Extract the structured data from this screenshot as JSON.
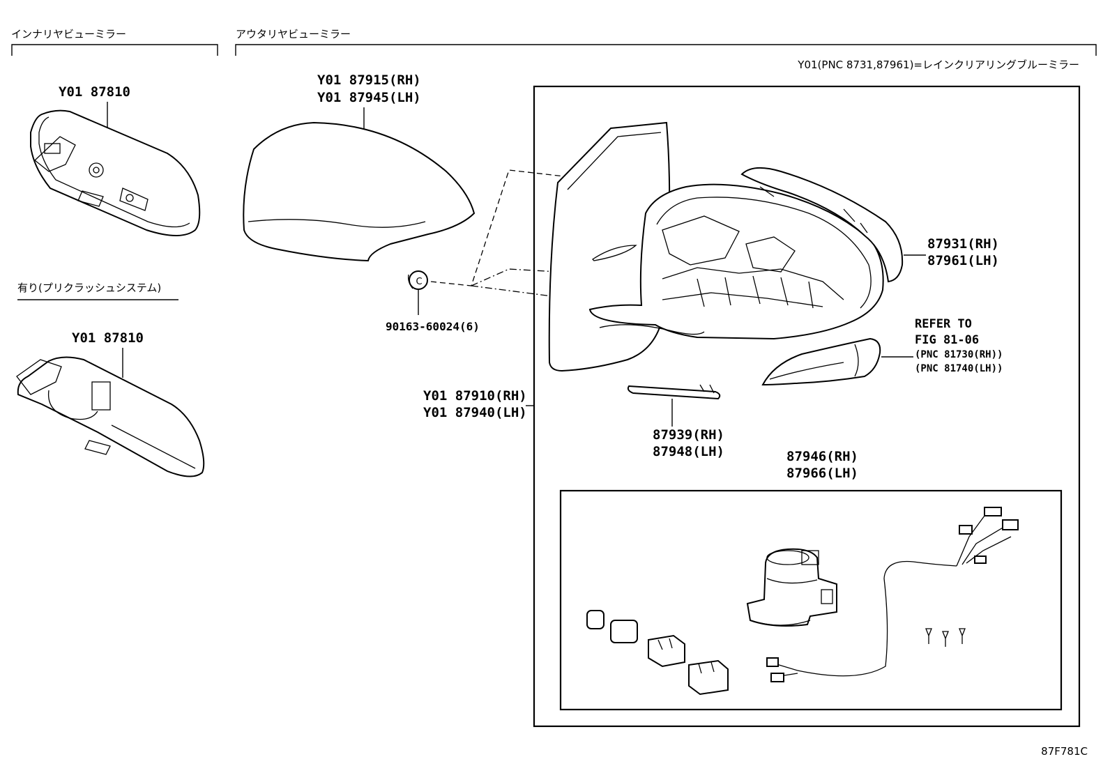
{
  "sections": {
    "inner_mirror": "インナリヤビューミラー",
    "outer_mirror": "アウタリヤビューミラー",
    "precrash": "有り(プリクラッシュシステム)"
  },
  "note": "Y01(PNC 8731,87961)=レインクリアリングブルーミラー",
  "labels": {
    "inner_top": "Y01 87810",
    "inner_bottom": "Y01 87810",
    "cover_rh": "Y01 87915(RH)",
    "cover_lh": "Y01 87945(LH)",
    "clip": "90163-60024(6)",
    "assy_rh": "Y01 87910(RH)",
    "assy_lh": "Y01 87940(LH)",
    "housing_rh": "87931(RH)",
    "housing_lh": "87961(LH)",
    "refer_1": "REFER TO",
    "refer_2": "FIG 81-06",
    "refer_3": "(PNC 81730(RH))",
    "refer_4": "(PNC 81740(LH))",
    "strip_rh": "87939(RH)",
    "strip_lh": "87948(LH)",
    "motor_rh": "87946(RH)",
    "motor_lh": "87966(LH)",
    "clip_letter": "C",
    "figure_code": "87F781C"
  }
}
